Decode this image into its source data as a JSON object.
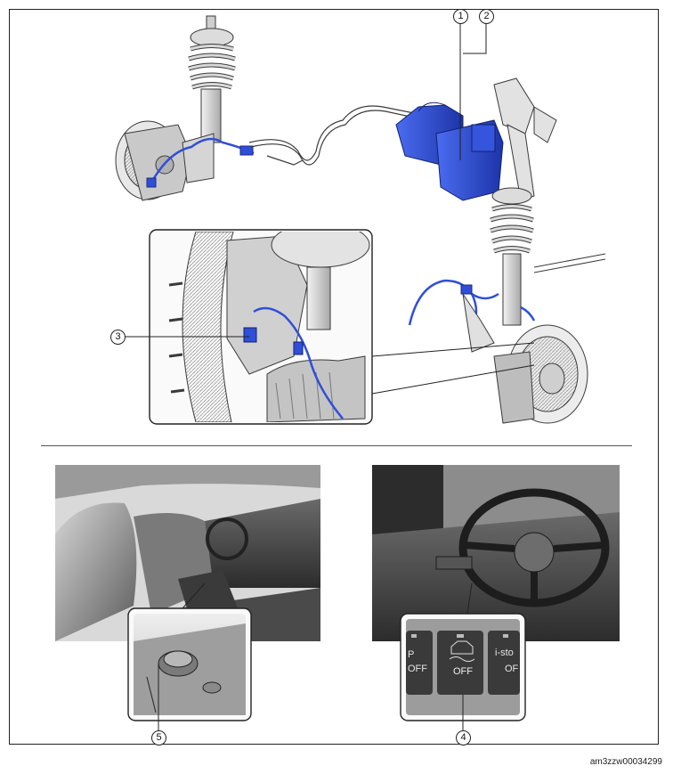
{
  "callouts": {
    "c1": "1",
    "c2": "2",
    "c3": "3",
    "c4": "4",
    "c5": "5"
  },
  "switch_panel": {
    "left_button_top": "P",
    "left_button_bottom": "OFF",
    "center_button": "OFF",
    "right_button_top": "i-sto",
    "right_button_bottom": "OF"
  },
  "reference_code": "am3zzw00034299",
  "colors": {
    "highlight_part": "#2f4fd8",
    "line_art": "#3a3a3a",
    "metal_light": "#e6e6e6",
    "metal_mid": "#b5b5b5",
    "interior_dark": "#3c3c3c",
    "interior_light": "#cfcfcf"
  }
}
